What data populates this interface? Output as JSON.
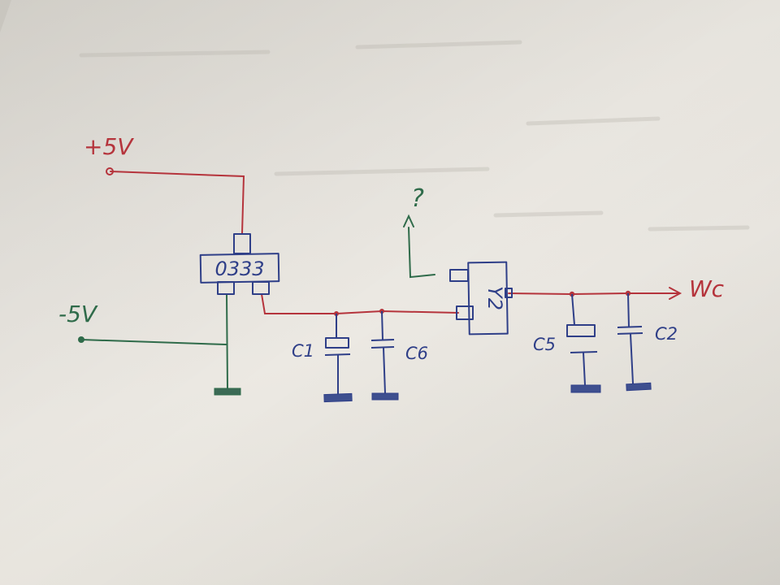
{
  "labels": {
    "plus5v": "+5V",
    "minus5v": "-5V",
    "regulator": "0333",
    "crystal": "Y2",
    "question": "?",
    "output": "Wc",
    "c1": "C1",
    "c6": "C6",
    "c5": "C5",
    "c2": "C2"
  },
  "colors": {
    "red_wire": "#b5343c",
    "green_wire": "#2f6b4a",
    "blue_ink": "#2f3f88",
    "paper": "#e8e5df"
  }
}
